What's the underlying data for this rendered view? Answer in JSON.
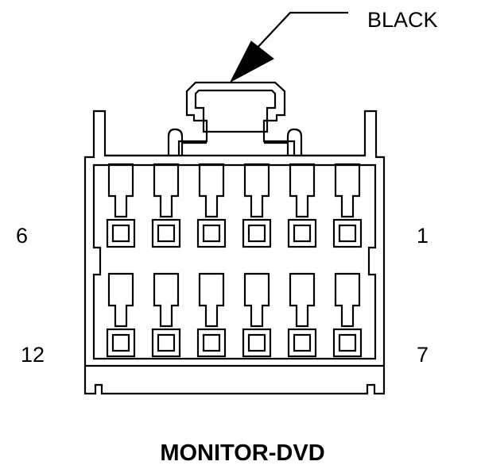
{
  "connector": {
    "name": "MONITOR-DVD",
    "color": "BLACK",
    "pin_labels": {
      "top_left": "6",
      "top_right": "1",
      "bottom_left": "12",
      "bottom_right": "7"
    },
    "rows": 2,
    "cavities_per_row": 6
  },
  "colors": {
    "line": "#000000",
    "background": "#ffffff"
  }
}
